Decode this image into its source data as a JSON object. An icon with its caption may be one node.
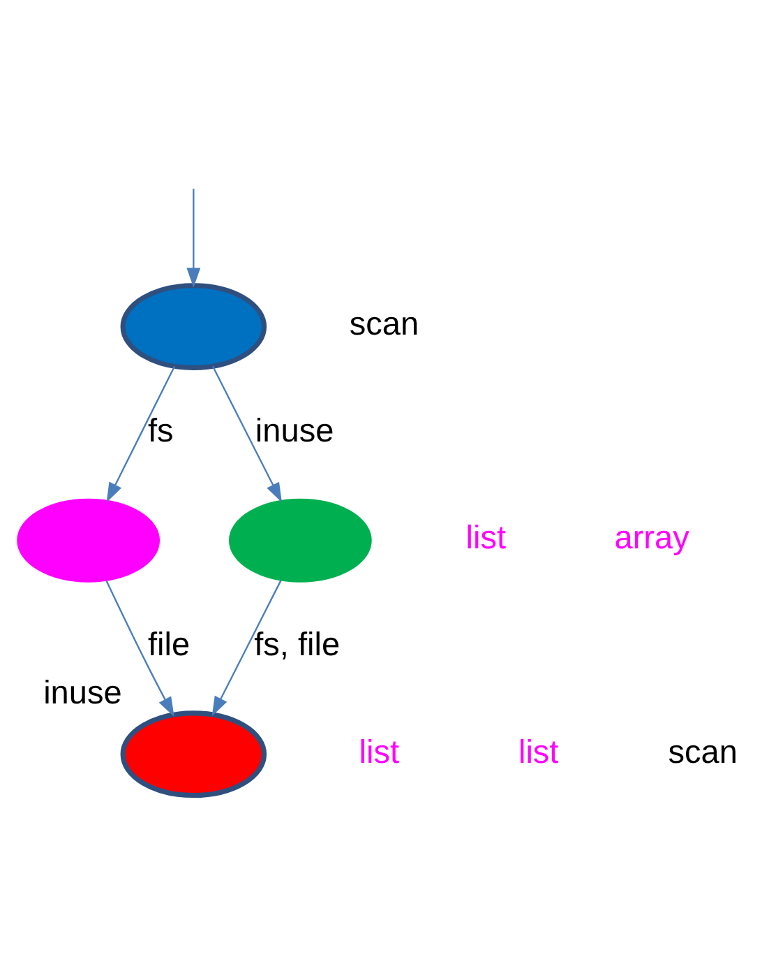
{
  "diagram": {
    "nodes": [
      {
        "text": [],
        "shape": "ellipse"
      },
      {
        "text": [],
        "shape": "ellipse"
      },
      {
        "text": [],
        "shape": "ellipse"
      },
      {
        "text": [],
        "shape": "ellipse",
        "beside": [
          "inuse"
        ]
      }
    ],
    "edges": [
      {
        "from": null,
        "to": 0,
        "arrow": "to"
      },
      {
        "from": 0,
        "to": 1,
        "arrow": "to",
        "label": "fs"
      },
      {
        "from": 0,
        "to": 2,
        "arrow": "to",
        "label": "inuse"
      },
      {
        "from": 1,
        "to": 3,
        "arrow": "to",
        "label": "file"
      },
      {
        "from": 2,
        "to": 3,
        "arrow": "to",
        "label": "fs, file"
      }
    ],
    "labels": [
      "scan",
      "list",
      "array",
      "list",
      "list",
      "scan"
    ]
  }
}
